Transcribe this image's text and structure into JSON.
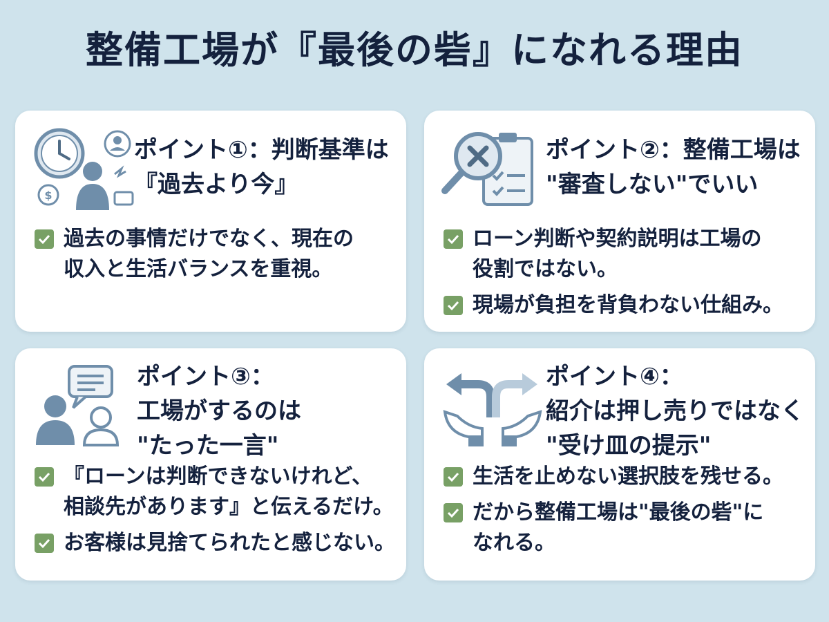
{
  "title": "整備工場が『最後の砦』になれる理由",
  "colors": {
    "background": "#cfe3ec",
    "card": "#ffffff",
    "check": "#78a065",
    "text": "#14213d",
    "icon": "#6f8eaa"
  },
  "points": [
    {
      "icon": "clock-person-money-icon",
      "heading": [
        "ポイント①：判断基準は",
        "『過去より今』"
      ],
      "bullets": [
        [
          "過去の事情だけでなく、現在の",
          "収入と生活バランスを重視。"
        ]
      ]
    },
    {
      "icon": "magnifier-checklist-icon",
      "heading": [
        "ポイント②：整備工場は",
        "\"審査しない\"でいい"
      ],
      "bullets": [
        [
          "ローン判断や契約説明は工場の",
          "役割ではない。"
        ],
        [
          "現場が負担を背負わない仕組み。"
        ]
      ]
    },
    {
      "icon": "people-speech-bubble-icon",
      "heading": [
        "ポイント③：",
        "工場がするのは",
        "\"たった一言\""
      ],
      "bullets": [
        [
          "『ローンは判断できないけれど、",
          "相談先があります』と伝えるだけ。"
        ],
        [
          "お客様は見捨てられたと感じない。"
        ]
      ]
    },
    {
      "icon": "hands-arrows-icon",
      "heading": [
        "ポイント④：",
        "紹介は押し売りではなく",
        "\"受け皿の提示\""
      ],
      "bullets": [
        [
          "生活を止めない選択肢を残せる。"
        ],
        [
          "だから整備工場は\"最後の砦\"に",
          "なれる。"
        ]
      ]
    }
  ]
}
